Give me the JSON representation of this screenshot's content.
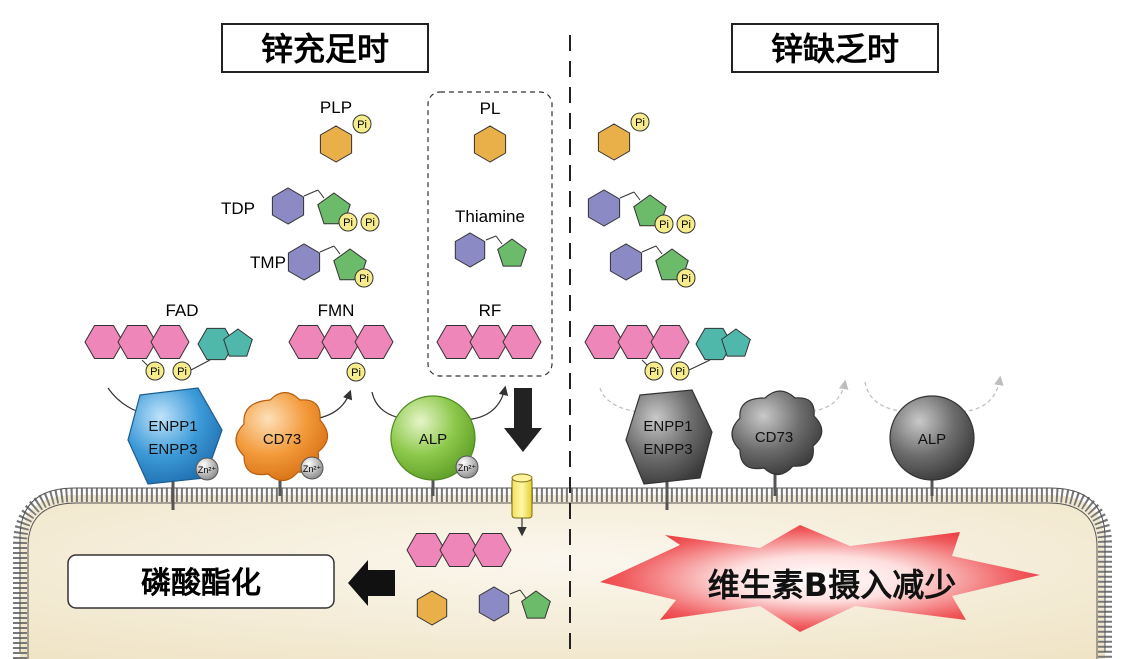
{
  "panels": {
    "left_title": "锌充足时",
    "right_title": "锌缺乏时"
  },
  "molecules": {
    "plp": "PLP",
    "tdp": "TDP",
    "tmp": "TMP",
    "fad": "FAD",
    "fmn": "FMN",
    "pl": "PL",
    "thiamine": "Thiamine",
    "rf": "RF",
    "pi": "Pi"
  },
  "enzymes": {
    "enpp1": "ENPP1",
    "enpp3": "ENPP3",
    "cd73": "CD73",
    "alp": "ALP",
    "zn": "Zn²⁺"
  },
  "cell": {
    "phosphorylation": "磷酸酯化",
    "reduced_intake": "维生素B摄入减少"
  },
  "colors": {
    "orange_hex": "#e9b04a",
    "purple_hex": "#8c8ac4",
    "green_hex": "#6cbb6b",
    "pink_hex": "#ef86b9",
    "teal_hex": "#4fb8aa",
    "pi_yellow": "#f6ec8b",
    "enpp_blue": "#4aa3dc",
    "cd73_orange": "#f39a3b",
    "alp_green": "#8cc84a",
    "cell_fill": "#f4ecd6",
    "burst_red": "#e8262b"
  }
}
